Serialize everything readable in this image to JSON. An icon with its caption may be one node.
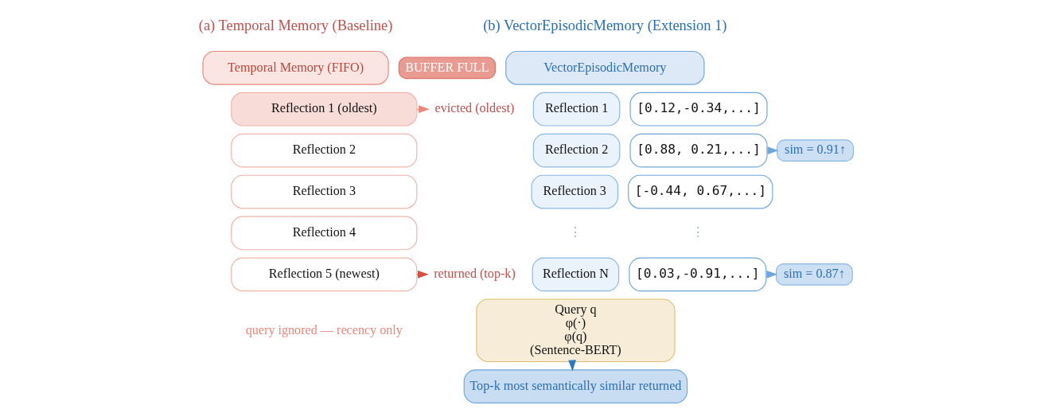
{
  "diagram": {
    "nodes": [
      {
        "text": [
          "Temporal Memory (FIFO)"
        ]
      },
      {
        "text": [
          "BUFFER FULL"
        ]
      },
      {
        "text": [
          "Reflection 1 (oldest)"
        ]
      },
      {
        "text": [
          "Reflection 2"
        ]
      },
      {
        "text": [
          "Reflection 3"
        ]
      },
      {
        "text": [
          "Reflection 4"
        ]
      },
      {
        "text": [
          "Reflection 5 (newest)"
        ]
      },
      {
        "text": [
          "evicted (oldest)"
        ]
      },
      {
        "text": [
          "returned (top-k)"
        ]
      },
      {
        "text": [
          "VectorEpisodicMemory"
        ]
      },
      {
        "text": [
          "Reflection 1"
        ]
      },
      {
        "text": [
          "[0.12,-0.34,...]"
        ]
      },
      {
        "text": [
          "Reflection 2"
        ]
      },
      {
        "text": [
          "[0.88, 0.21,...]"
        ]
      },
      {
        "text": [
          "sim = 0.91↑"
        ]
      },
      {
        "text": [
          "Reflection 3"
        ]
      },
      {
        "text": [
          "[-0.44, 0.67,...]"
        ]
      },
      {
        "text": [
          "Reflection N"
        ]
      },
      {
        "text": [
          "[0.03,-0.91,...]"
        ]
      },
      {
        "text": [
          "sim = 0.87↑"
        ]
      },
      {
        "text": [
          "Query q",
          "φ(·)",
          "φ(q)",
          "(Sentence-BERT)"
        ]
      },
      {
        "text": [
          "Top-k most semantically similar returned"
        ]
      }
    ],
    "edges": [
      {
        "from": 2,
        "to": 7,
        "arrow": "to",
        "style": "dashed",
        "color": "#e8887a"
      },
      {
        "from": 6,
        "to": 8,
        "arrow": "to",
        "color": "#d9503f"
      },
      {
        "from": 13,
        "to": 14,
        "arrow": "to"
      },
      {
        "from": 18,
        "to": 19,
        "arrow": "to"
      },
      {
        "from": 20,
        "to": 21,
        "arrow": "to",
        "color": "#2a78c8"
      }
    ],
    "labels": [
      "(a) Temporal Memory (Baseline)",
      "(b) VectorEpisodicMemory (Extension 1)",
      "⋮",
      "⋮",
      "query ignored — recency only"
    ]
  }
}
